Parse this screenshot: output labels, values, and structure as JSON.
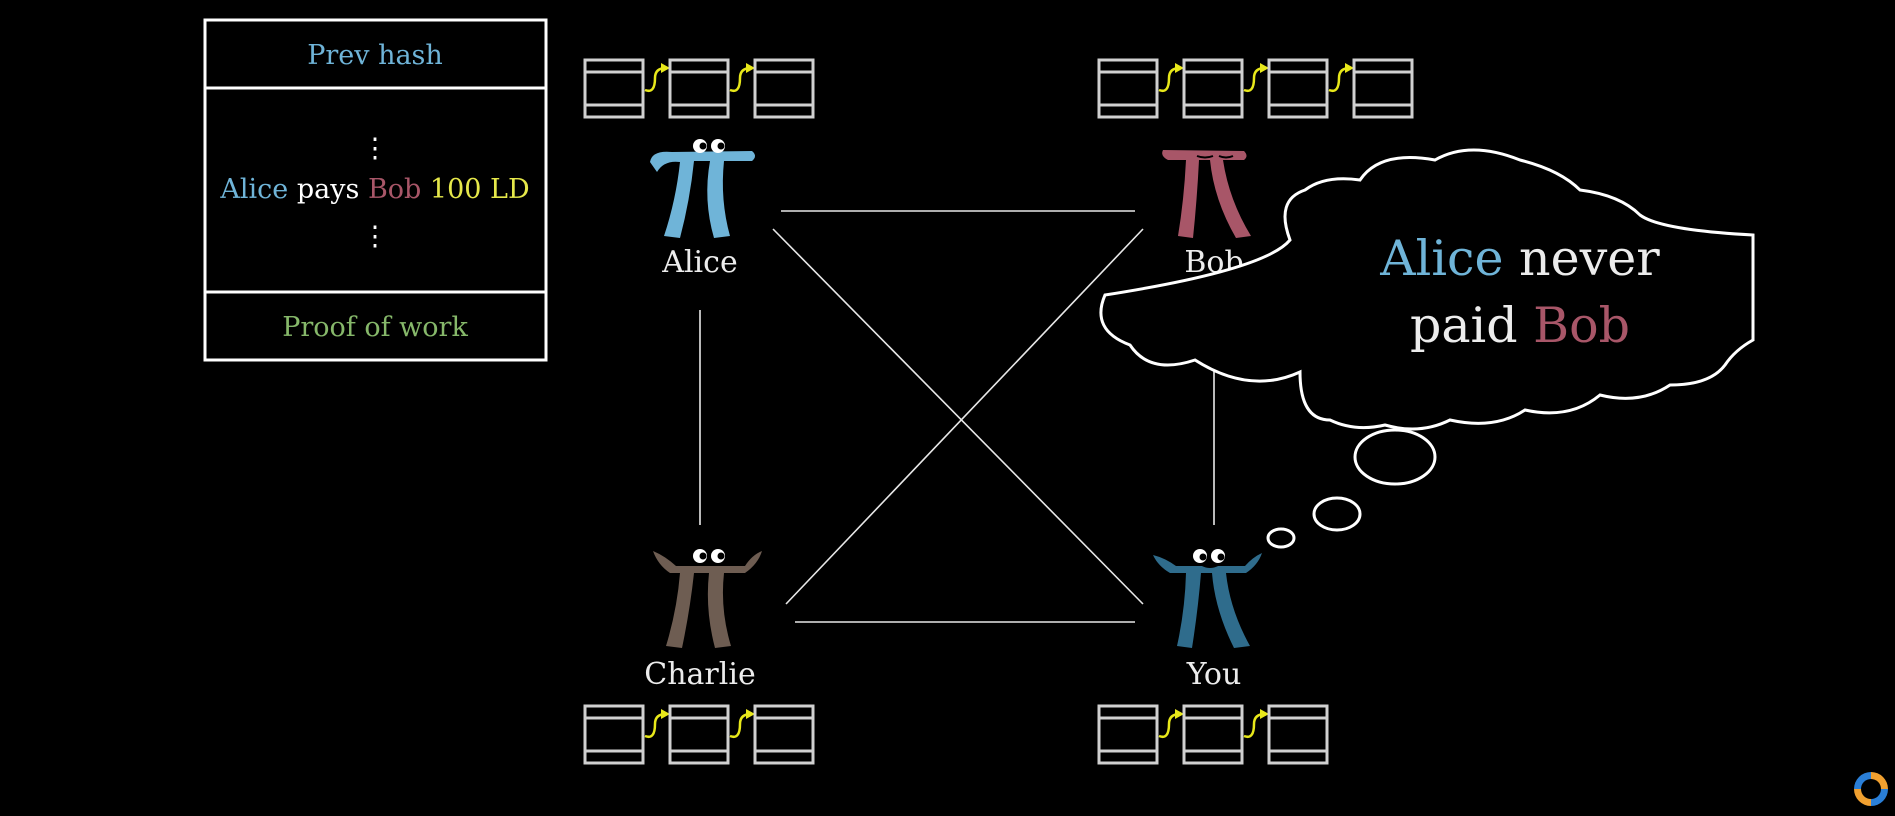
{
  "colors": {
    "background": "#000000",
    "alice": "#6fb4d8",
    "bob": "#a85668",
    "charlie": "#6e5d52",
    "you": "#2f6c8c",
    "line": "#e8e8e8",
    "arrow": "#e8e81a",
    "proof_green": "#86b86a",
    "amount_yellow": "#e6e84a"
  },
  "block_detail": {
    "prev_hash": "Prev hash",
    "dots_top": "⋮",
    "transaction": {
      "payer": "Alice",
      "verb": "pays",
      "payee": "Bob",
      "amount": "100 LD"
    },
    "dots_bottom": "⋮",
    "proof_of_work": "Proof of work"
  },
  "nodes": {
    "alice": {
      "name": "Alice",
      "chain_blocks": 3
    },
    "bob": {
      "name": "Bob",
      "chain_blocks": 4
    },
    "charlie": {
      "name": "Charlie",
      "chain_blocks": 3
    },
    "you": {
      "name": "You",
      "chain_blocks": 3
    }
  },
  "thought": {
    "part1": "Alice",
    "part2": " never",
    "part3": "paid ",
    "part4": "Bob"
  },
  "icons": [
    "pi-creature-alice",
    "pi-creature-bob",
    "pi-creature-charlie",
    "pi-creature-you",
    "loading-spinner-icon"
  ]
}
